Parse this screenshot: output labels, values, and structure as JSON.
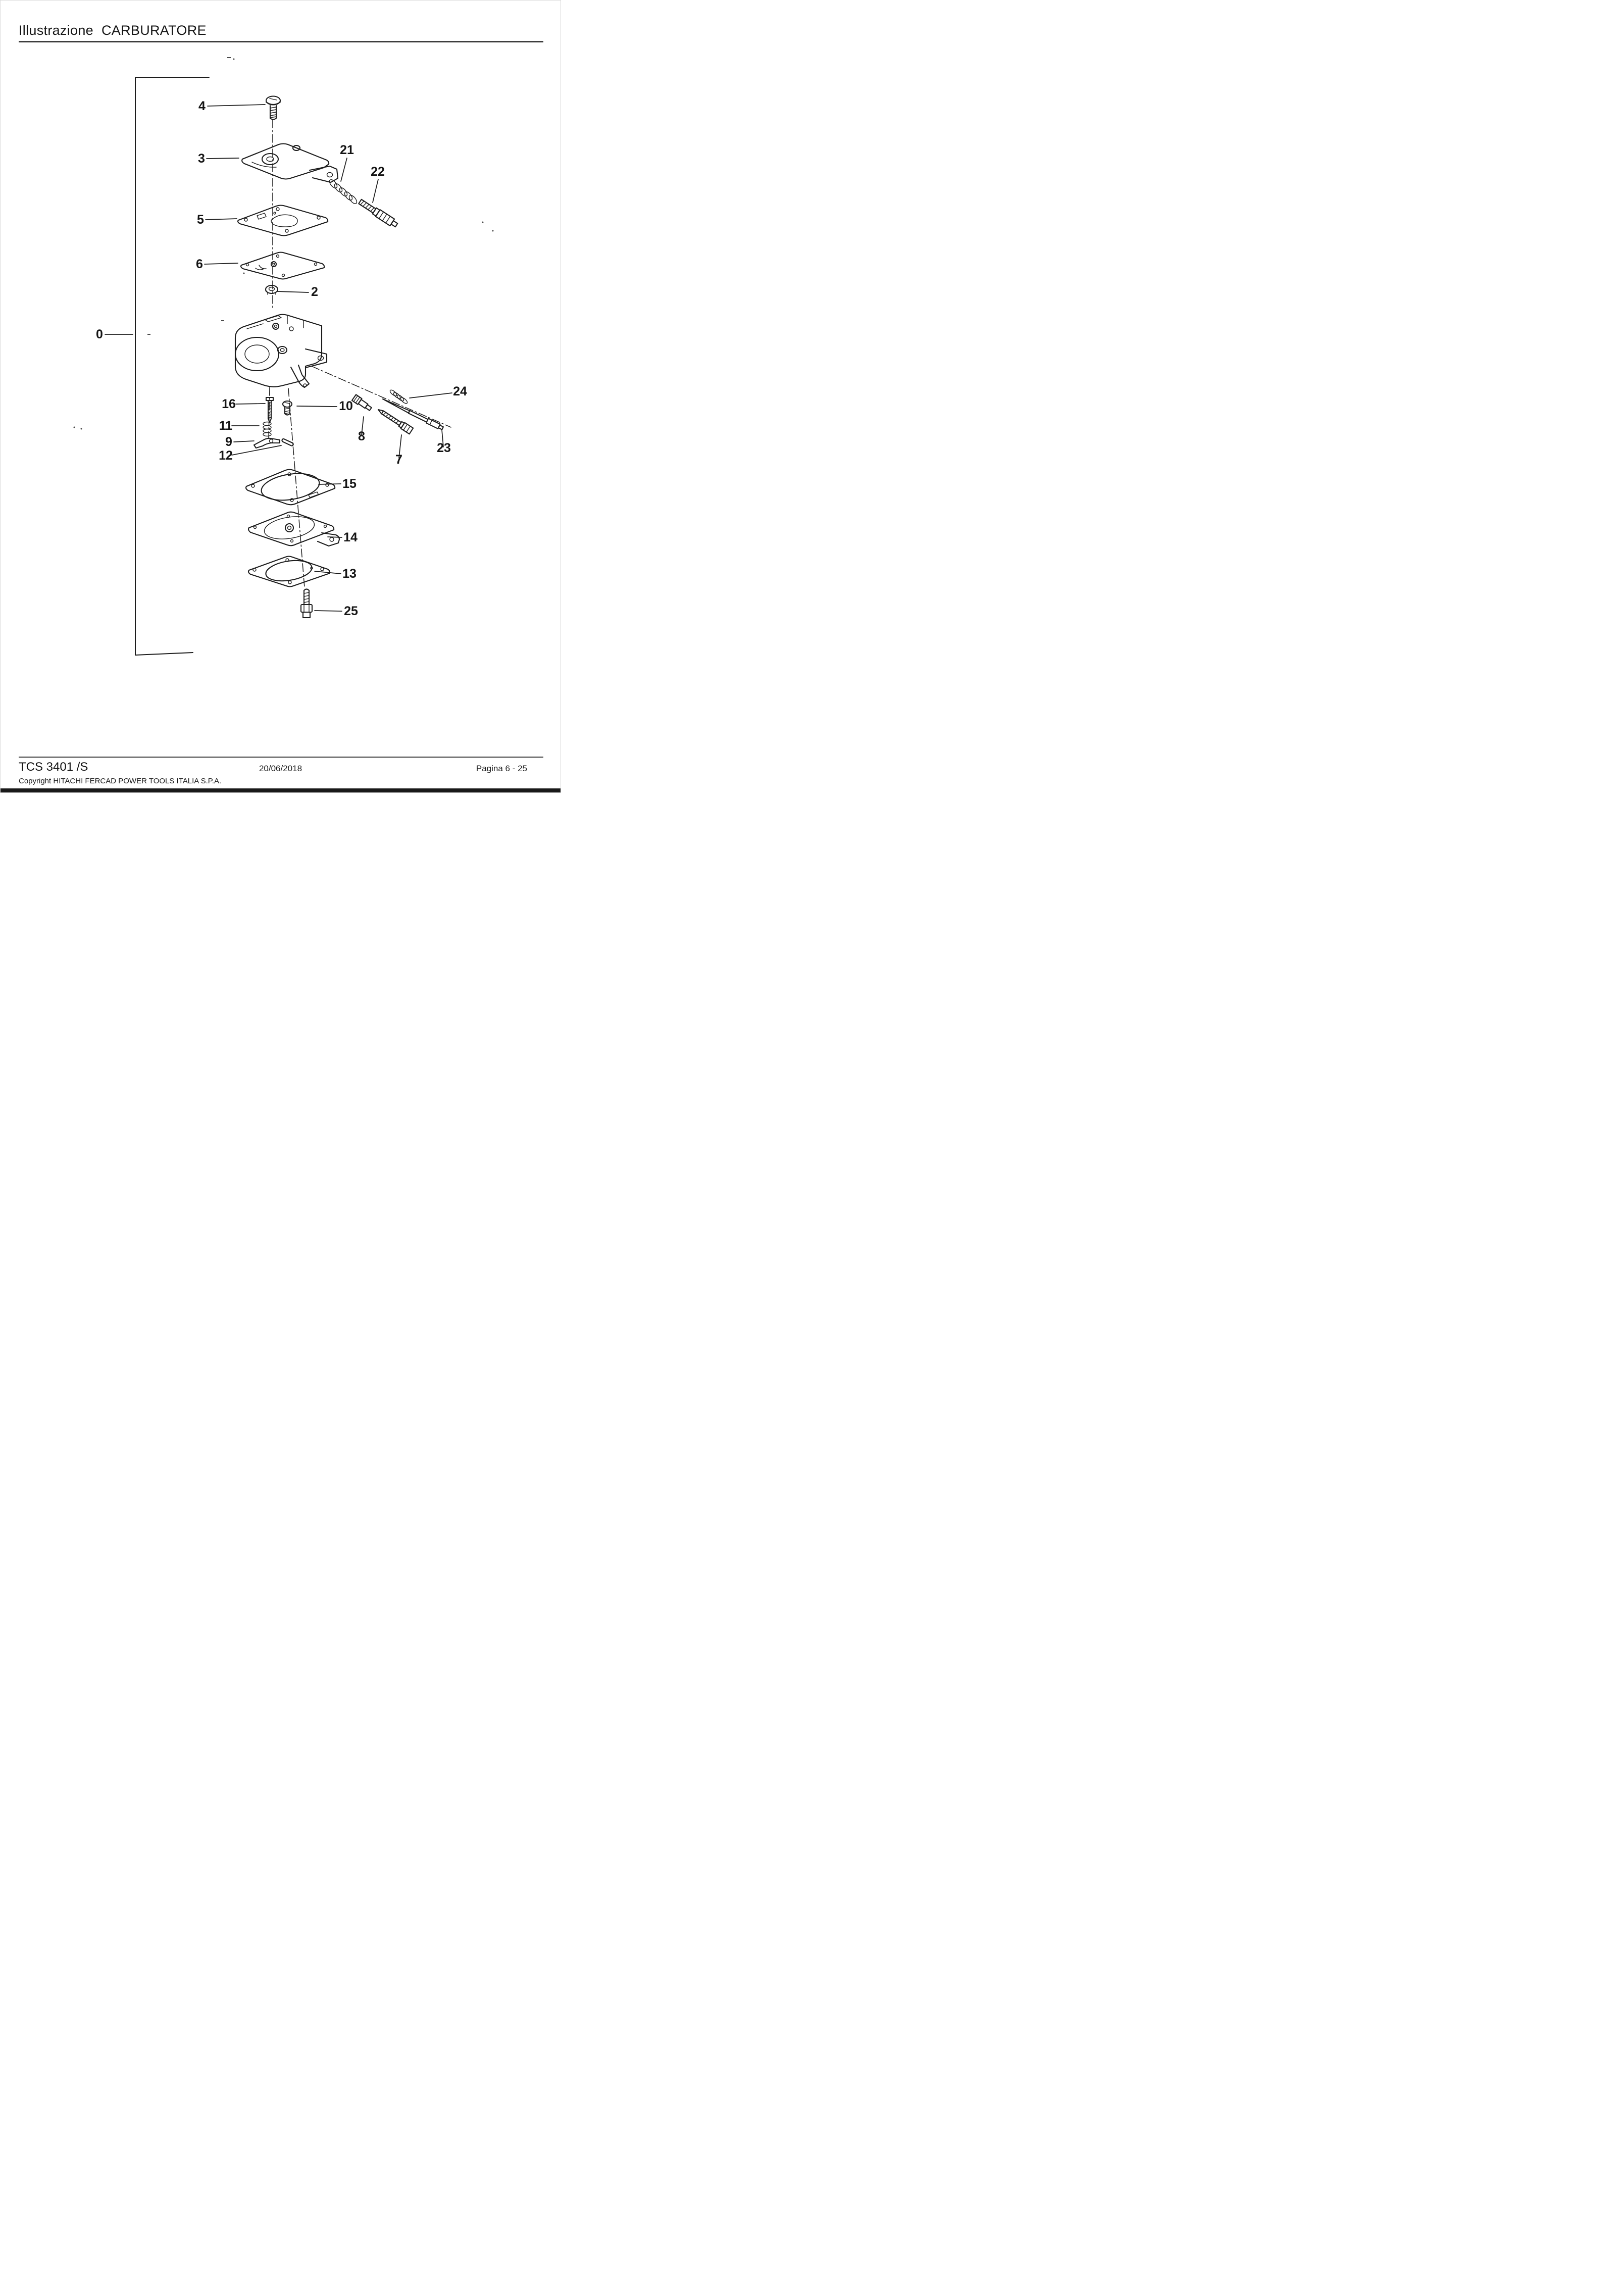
{
  "header": {
    "label": "Illustrazione",
    "title": "CARBURATORE"
  },
  "footer": {
    "model": "TCS 3401 /S",
    "date": "20/06/2018",
    "page": "Pagina 6 - 25",
    "copyright": "Copyright HITACHI FERCAD POWER TOOLS ITALIA S.P.A."
  },
  "diagram": {
    "description": "Exploded parts view of carburetor with numbered callouts",
    "ink_color": "#1c1c1c",
    "callouts": [
      {
        "label": "0"
      },
      {
        "label": "2"
      },
      {
        "label": "3"
      },
      {
        "label": "4"
      },
      {
        "label": "5"
      },
      {
        "label": "6"
      },
      {
        "label": "7"
      },
      {
        "label": "8"
      },
      {
        "label": "9"
      },
      {
        "label": "10"
      },
      {
        "label": "11"
      },
      {
        "label": "12"
      },
      {
        "label": "13"
      },
      {
        "label": "14"
      },
      {
        "label": "15"
      },
      {
        "label": "16"
      },
      {
        "label": "21"
      },
      {
        "label": "22"
      },
      {
        "label": "23"
      },
      {
        "label": "24"
      },
      {
        "label": "25"
      }
    ]
  }
}
